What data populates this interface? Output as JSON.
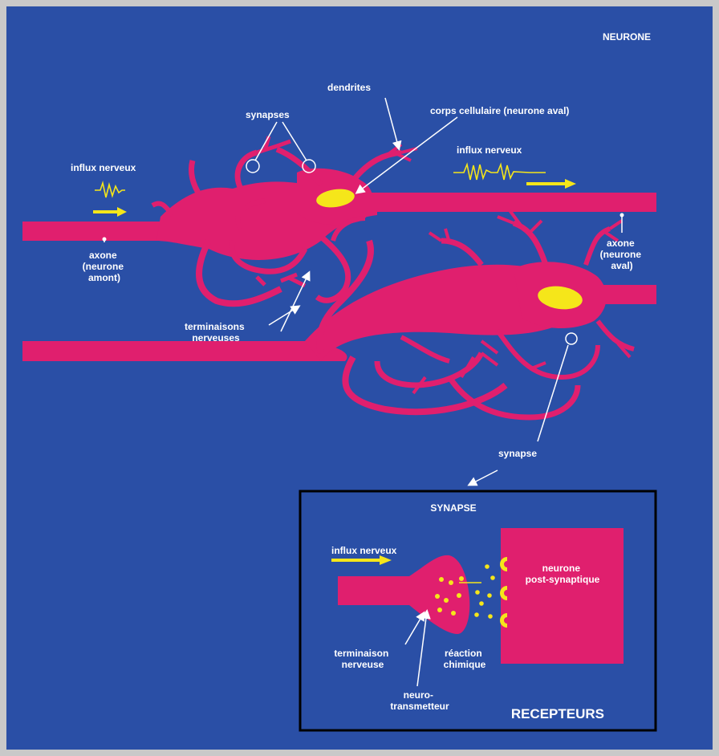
{
  "title": "NEURONE",
  "labels": {
    "dendrites": "dendrites",
    "synapses": "synapses",
    "cell_body": "corps cellulaire (neurone aval)",
    "influx_left": "influx nerveux",
    "influx_right": "influx nerveux",
    "axone_upstream": [
      "axone",
      "(neurone",
      "amont)"
    ],
    "axone_downstream": [
      "axone",
      "(neurone",
      "aval)"
    ],
    "terminaisons": [
      "terminaisons",
      "nerveuses"
    ],
    "synapse": "synapse"
  },
  "inset": {
    "title": "SYNAPSE",
    "influx": "influx nerveux",
    "post_neuron": [
      "neurone",
      "post-synaptique"
    ],
    "terminaison": [
      "terminaison",
      "nerveuse"
    ],
    "reaction": [
      "réaction",
      "chimique"
    ],
    "neurotransmitter": [
      "neuro-",
      "transmetteur"
    ],
    "receptors": "RECEPTEURS"
  },
  "colors": {
    "background": "#2a4fa6",
    "neuron": "#e01f6e",
    "signal": "#f5e61a",
    "frame": "#c9c9c9"
  }
}
